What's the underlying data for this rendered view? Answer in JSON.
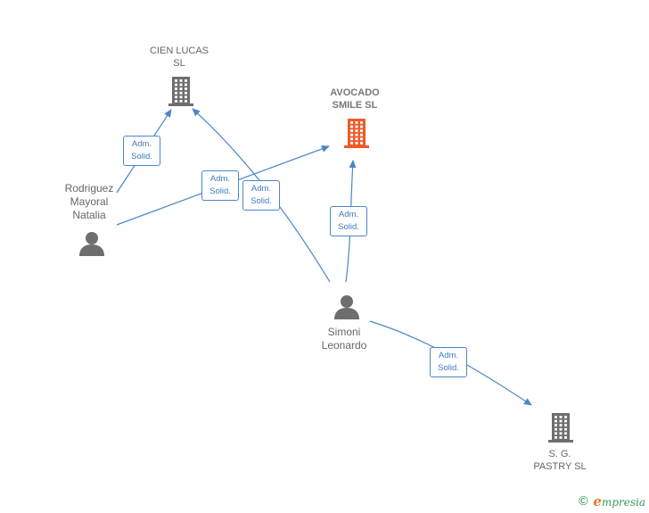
{
  "colors": {
    "edge": "#4a86c8",
    "company_default": "#6e6e6e",
    "company_highlight": "#f05a2a",
    "person": "#6e6e6e",
    "brand_green": "#3a9a5c",
    "brand_orange": "#e07a2a"
  },
  "nodes": {
    "cien_lucas": {
      "label": "CIEN LUCAS\nSL",
      "type": "company",
      "icon": "building-icon"
    },
    "avocado": {
      "label": "AVOCADO\nSMILE  SL",
      "type": "company",
      "highlight": true,
      "icon": "building-icon"
    },
    "sg_pastry": {
      "label": "S. G.\nPASTRY  SL",
      "type": "company",
      "icon": "building-icon"
    },
    "rodriguez": {
      "label": "Rodriguez\nMayoral\nNatalia",
      "type": "person",
      "icon": "person-icon"
    },
    "simoni": {
      "label": "Simoni\nLeonardo",
      "type": "person",
      "icon": "person-icon"
    }
  },
  "edges": [
    {
      "from": "rodriguez",
      "to": "cien_lucas",
      "label": "Adm.\nSolid."
    },
    {
      "from": "rodriguez",
      "to": "avocado",
      "label": "Adm.\nSolid."
    },
    {
      "from": "simoni",
      "to": "cien_lucas",
      "label": "Adm.\nSolid."
    },
    {
      "from": "simoni",
      "to": "avocado",
      "label": "Adm.\nSolid."
    },
    {
      "from": "simoni",
      "to": "sg_pastry",
      "label": "Adm.\nSolid."
    }
  ],
  "footer": {
    "copyright_symbol": "©",
    "brand_initial": "e",
    "brand_rest": "mpresia"
  }
}
